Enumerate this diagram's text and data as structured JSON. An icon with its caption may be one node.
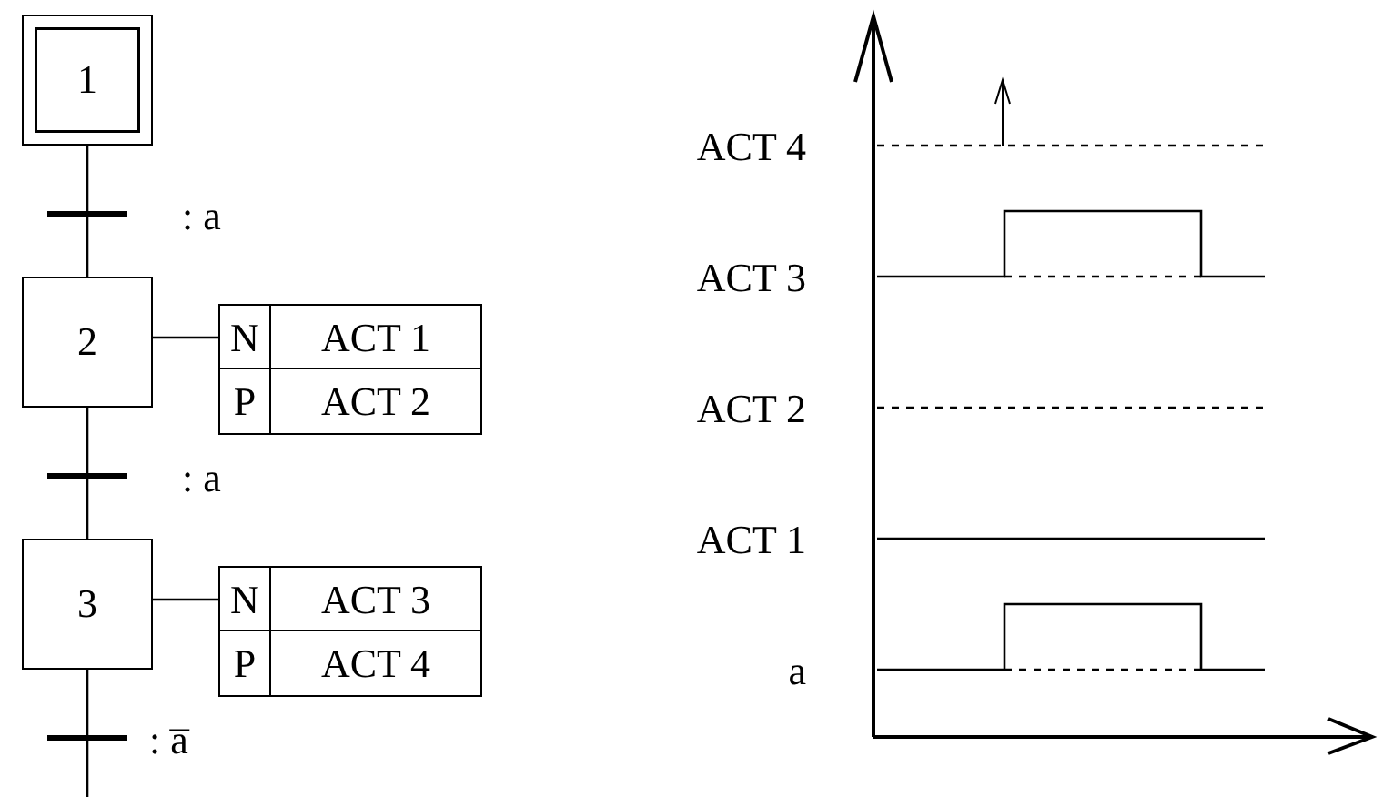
{
  "diagram": {
    "nodes": [
      {
        "text": [
          "1"
        ]
      },
      {
        "text": [],
        "shape": "bar",
        "beside": [
          ": a"
        ]
      },
      {
        "text": [
          "2"
        ]
      },
      {
        "text": [
          "N",
          "ACT 1"
        ]
      },
      {
        "text": [
          "P",
          "ACT 2"
        ]
      },
      {
        "text": [],
        "shape": "bar",
        "beside": [
          ": a"
        ]
      },
      {
        "text": [
          "3"
        ]
      },
      {
        "text": [
          "N",
          "ACT 3"
        ]
      },
      {
        "text": [
          "P",
          "ACT 4"
        ]
      },
      {
        "text": [],
        "shape": "bar",
        "beside": [
          ": a̅"
        ]
      }
    ],
    "edges": [
      {
        "from": 0,
        "to": 1,
        "arrow": "none"
      },
      {
        "from": 1,
        "to": 2,
        "arrow": "none"
      },
      {
        "from": 2,
        "to": 3,
        "arrow": "none"
      },
      {
        "from": 2,
        "to": 5,
        "arrow": "none"
      },
      {
        "from": 5,
        "to": 6,
        "arrow": "none"
      },
      {
        "from": 6,
        "to": 7,
        "arrow": "none"
      },
      {
        "from": 6,
        "to": 9,
        "arrow": "none"
      },
      {
        "from": 9,
        "to": null,
        "arrow": "none"
      }
    ],
    "labels": [
      "ACT 4",
      "ACT 3",
      "ACT 2",
      "ACT 1",
      "a"
    ]
  }
}
